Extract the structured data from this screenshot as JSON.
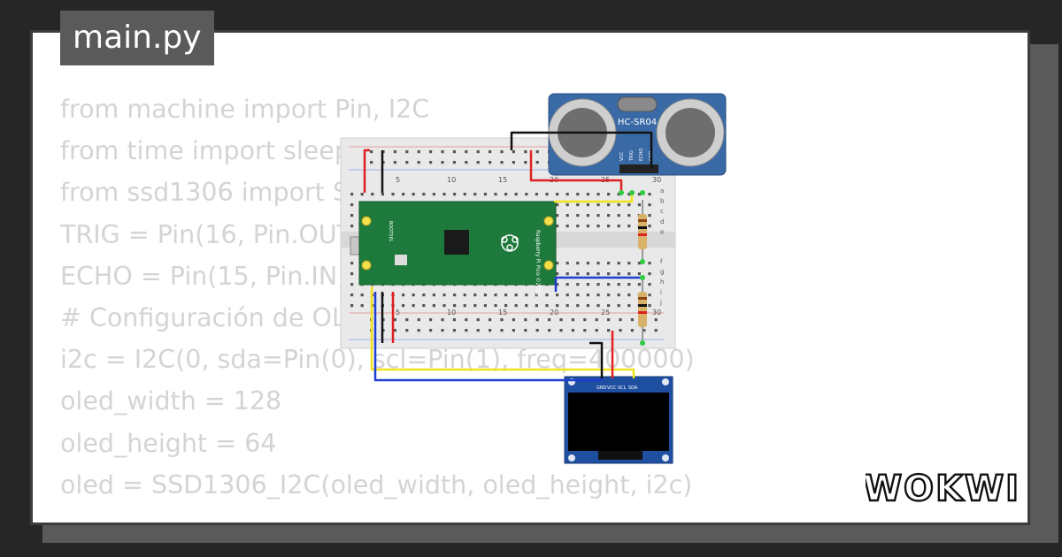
{
  "file_tab": {
    "label": "main.py"
  },
  "code_lines": [
    "from machine import Pin, I2C",
    "from time import sleep",
    "from ssd1306 import SSD1306_I2C",
    "TRIG = Pin(16, Pin.OUT)",
    "ECHO = Pin(15, Pin.IN)",
    "# Configuración de OLED",
    "i2c = I2C(0, sda=Pin(0), scl=Pin(1), freq=400000)",
    "oled_width = 128",
    "oled_height = 64",
    "oled = SSD1306_I2C(oled_width, oled_height, i2c)"
  ],
  "sensor": {
    "model": "HC-SR04",
    "pins": [
      "VCC",
      "TRIG",
      "ECHO",
      "GND"
    ]
  },
  "pico": {
    "label": "Raspberry Pi Pico ©2020",
    "button_label": "BOOTSEL"
  },
  "oled": {
    "pins": [
      "GND",
      "VCC",
      "SCL",
      "SDA"
    ]
  },
  "breadboard": {
    "column_numbers": [
      "5",
      "10",
      "15",
      "20",
      "25",
      "30"
    ],
    "row_letters_top": [
      "a",
      "b",
      "c",
      "d",
      "e"
    ],
    "row_letters_bottom": [
      "f",
      "g",
      "h",
      "i",
      "j"
    ]
  },
  "brand": {
    "name": "WOKWI"
  },
  "colors": {
    "background": "#262626",
    "card": "#ffffff",
    "tab": "#5a5a5a",
    "code_text": "#d4d4d4",
    "wire_red": "#e02020",
    "wire_black": "#111111",
    "wire_yellow": "#f2e21b",
    "wire_blue": "#1f3fd0",
    "pico_green": "#1e7a3c",
    "sensor_blue": "#3a6aa6",
    "oled_blue": "#1f4fa0"
  }
}
